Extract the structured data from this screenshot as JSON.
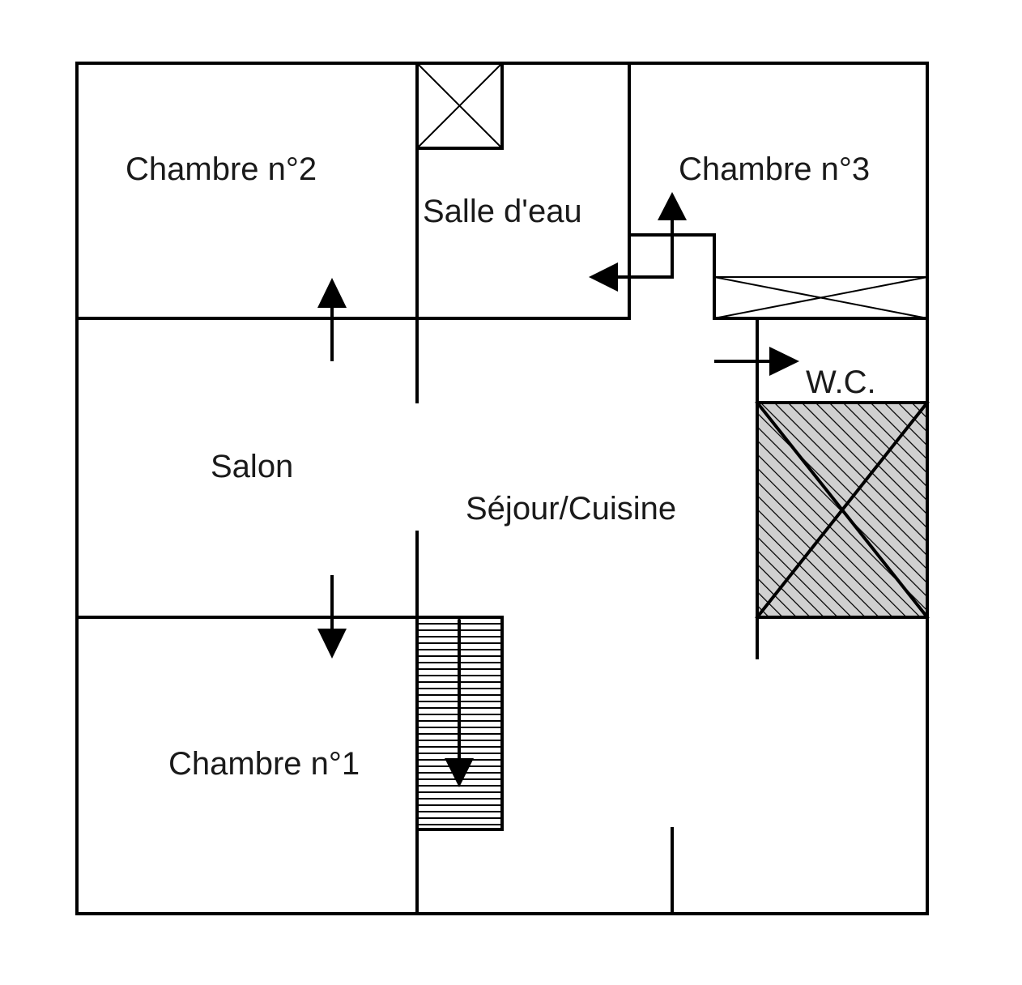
{
  "plan": {
    "rooms": {
      "chambre_2": "Chambre n°2",
      "salle_deau": "Salle d'eau",
      "chambre_3": "Chambre n°3",
      "wc": "W.C.",
      "salon": "Salon",
      "sejour_cuisine": "Séjour/Cuisine",
      "chambre_1": "Chambre n°1"
    },
    "colors": {
      "wall": "#000000",
      "hatch_fill": "#d0d0d0",
      "background": "#ffffff"
    }
  }
}
